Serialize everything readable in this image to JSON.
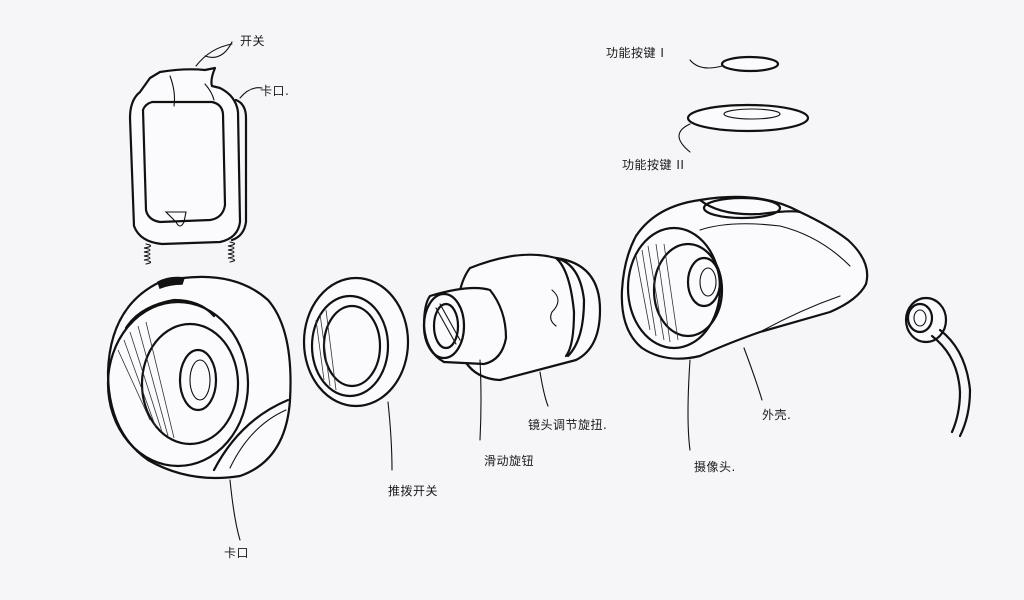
{
  "labels": {
    "switch_top": "开关",
    "clip": "卡口.",
    "function_key_1": "功能按键 I",
    "function_key_2": "功能按键 II",
    "grip": "卡口",
    "pull_switch": "推拨开关",
    "slide_knob": "滑动旋钮",
    "lens_adjust_knob": "镜头调节旋扭.",
    "camera": "摄像头.",
    "shell": "外壳."
  }
}
